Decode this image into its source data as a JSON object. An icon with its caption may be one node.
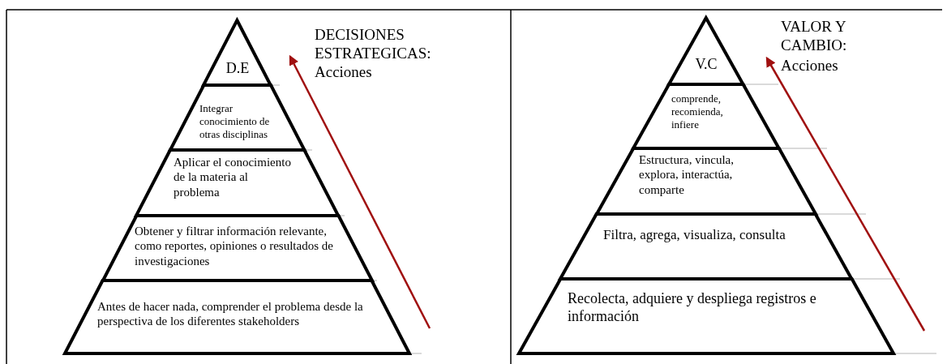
{
  "diagram": {
    "nodes": [
      {
        "text": [
          "D.E"
        ]
      },
      {
        "text": [
          "Integrar conocimiento de otras disciplinas"
        ]
      },
      {
        "text": [
          "Aplicar el conocimiento de la materia al problema"
        ]
      },
      {
        "text": [
          "Obtener y filtrar información relevante, como reportes, opiniones o resultados de investigaciones"
        ]
      },
      {
        "text": [
          "Antes de hacer nada, comprender el problema desde la perspectiva de los diferentes stakeholders"
        ]
      },
      {
        "text": [
          "V.C"
        ]
      },
      {
        "text": [
          "comprende, recomienda, infiere"
        ]
      },
      {
        "text": [
          "Estructura, vincula, explora, interactúa, comparte"
        ]
      },
      {
        "text": [
          "Filtra, agrega, visualiza, consulta"
        ]
      },
      {
        "text": [
          "Recolecta, adquiere y despliega registros e información"
        ]
      }
    ],
    "labels": [
      "DECISIONES ESTRATEGICAS:",
      "Acciones",
      "VALOR Y CAMBIO:",
      "Acciones"
    ]
  }
}
